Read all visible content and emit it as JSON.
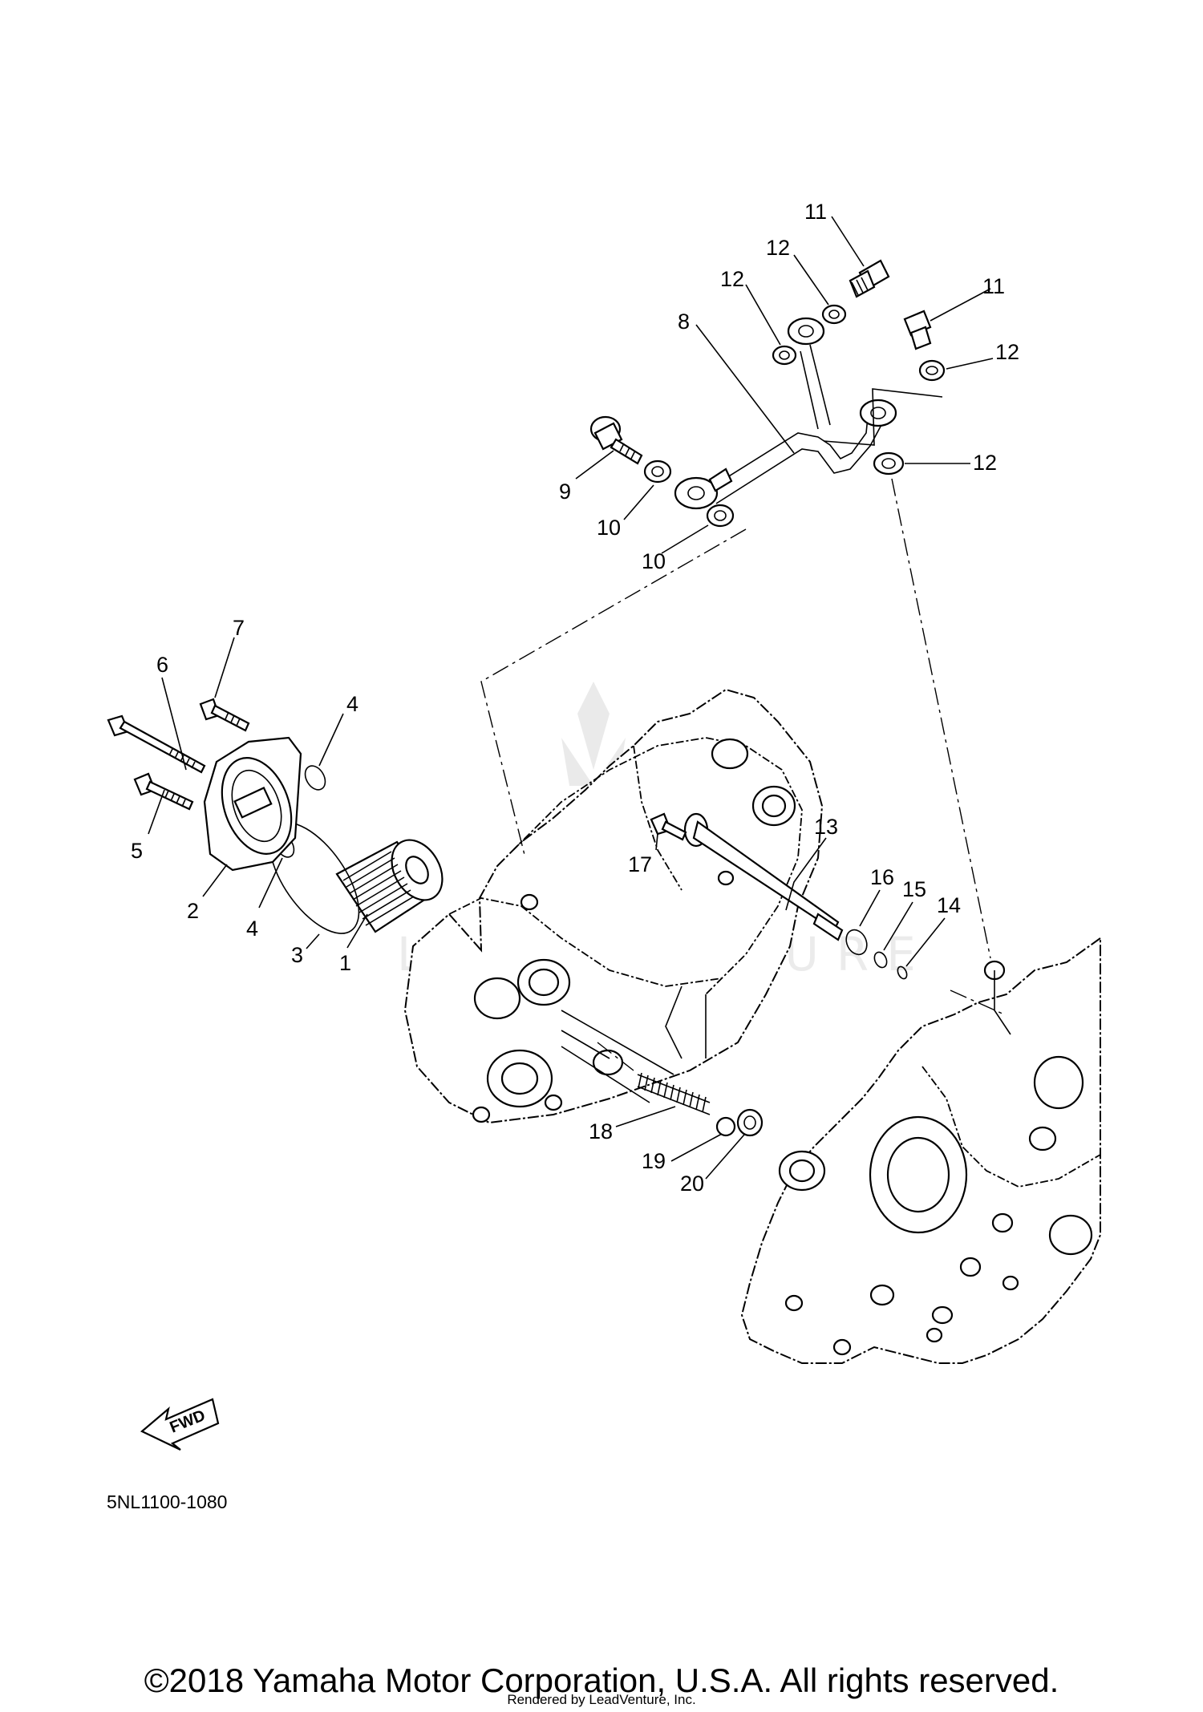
{
  "diagram_code": "5NL1100-1080",
  "fwd_label": "FWD",
  "watermark": "LEADVENTURE",
  "callouts": {
    "p1": "1",
    "p2": "2",
    "p3": "3",
    "p4a": "4",
    "p4b": "4",
    "p5": "5",
    "p6": "6",
    "p7": "7",
    "p8": "8",
    "p9": "9",
    "p10a": "10",
    "p10b": "10",
    "p11a": "11",
    "p11b": "11",
    "p12a": "12",
    "p12b": "12",
    "p12c": "12",
    "p12d": "12",
    "p13": "13",
    "p14": "14",
    "p15": "15",
    "p16": "16",
    "p17": "17",
    "p18": "18",
    "p19": "19",
    "p20": "20"
  },
  "footer": {
    "copyright": "©2018 Yamaha Motor Corporation, U.S.A. All rights reserved.",
    "rendered": "Rendered by LeadVenture, Inc."
  }
}
